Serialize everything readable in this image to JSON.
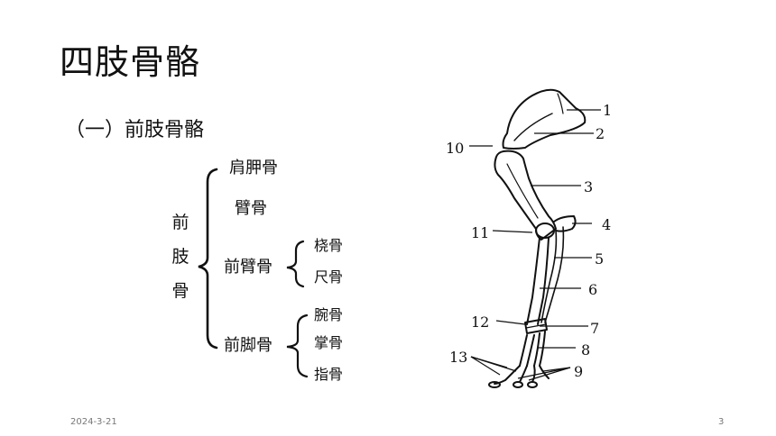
{
  "slide": {
    "title": "四肢骨骼",
    "subtitle": "（一）前肢骨骼",
    "tree": {
      "root": "前肢骨",
      "children": [
        "肩胛骨",
        "臂骨",
        "前臂骨",
        "前脚骨"
      ],
      "forearm_children": [
        "桡骨",
        "尺骨"
      ],
      "foot_children": [
        "腕骨",
        "掌骨",
        "指骨"
      ]
    },
    "figure_labels": [
      "1",
      "2",
      "3",
      "4",
      "5",
      "6",
      "7",
      "8",
      "9",
      "10",
      "11",
      "12",
      "13"
    ],
    "footer": {
      "date": "2024-3-21",
      "page": "3"
    }
  }
}
